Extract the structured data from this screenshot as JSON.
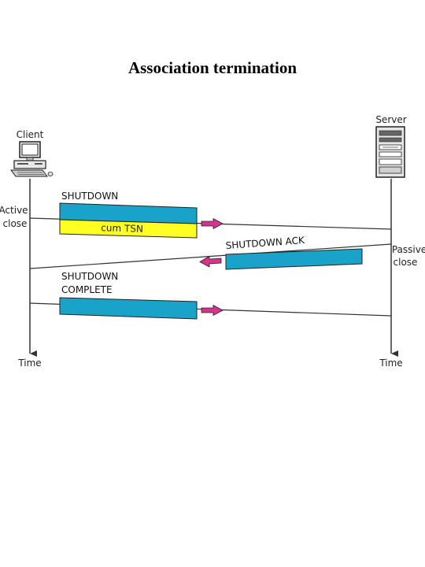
{
  "title": "Association termination",
  "endpoints": {
    "client": {
      "label": "Client",
      "icon": "desktop-computer-icon"
    },
    "server": {
      "label": "Server",
      "icon": "server-tower-icon"
    }
  },
  "annotations": {
    "active_close_line1": "Active",
    "active_close_line2": "close",
    "passive_close_line1": "Passive",
    "passive_close_line2": "close",
    "time_left": "Time",
    "time_right": "Time"
  },
  "messages": [
    {
      "name": "shutdown",
      "label_line1": "SHUTDOWN",
      "label_line2": "",
      "field": "cum TSN",
      "direction": "client-to-server"
    },
    {
      "name": "shutdown-ack",
      "label_line1": "SHUTDOWN ACK",
      "label_line2": "",
      "field": "",
      "direction": "server-to-client"
    },
    {
      "name": "shutdown-complete",
      "label_line1": "SHUTDOWN",
      "label_line2": "COMPLETE",
      "field": "",
      "direction": "client-to-server"
    }
  ],
  "colors": {
    "chunk_fill": "#1aa3c8",
    "field_fill": "#ffff22",
    "arrow_fill": "#d6338a",
    "line": "#333333"
  }
}
